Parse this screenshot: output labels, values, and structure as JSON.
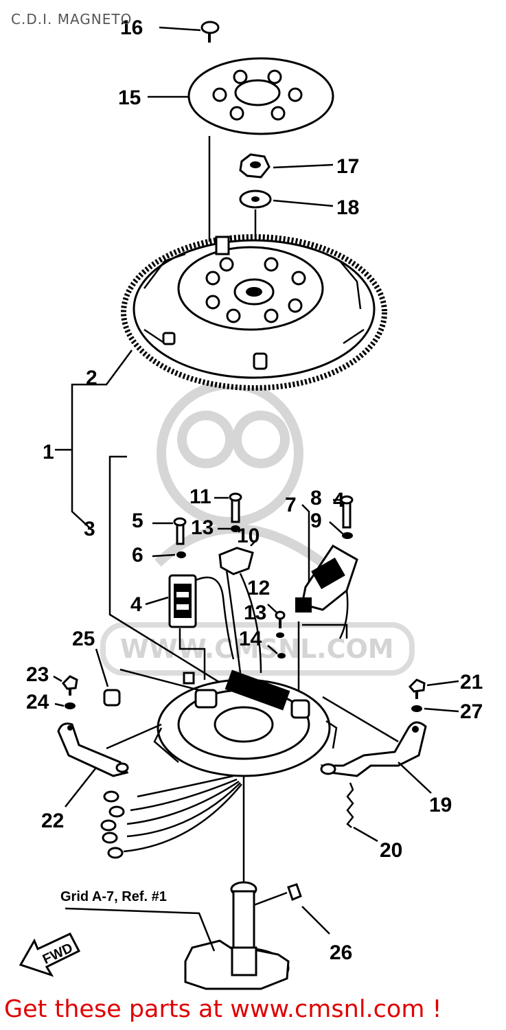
{
  "title": "C.D.I. MAGNETO",
  "labels": {
    "p1": "1",
    "p2": "2",
    "p3": "3",
    "p4": "4",
    "p5": "5",
    "p6": "6",
    "p7": "7",
    "p8": "8",
    "p9": "9",
    "p10": "10",
    "p11": "11",
    "p12": "12",
    "p13a": "13",
    "p13b": "13",
    "p14": "14",
    "p15": "15",
    "p16": "16",
    "p17": "17",
    "p18": "18",
    "p19": "19",
    "p20": "20",
    "p21": "21",
    "p22": "22",
    "p23": "23",
    "p24": "24",
    "p25": "25",
    "p26": "26",
    "p27": "27",
    "p4b": "4"
  },
  "grid_note": "Grid A-7, Ref. #1",
  "fwd": "FWD",
  "watermark": "WWW.CMSNL.COM",
  "footer": "Get these parts at www.cmsnl.com !",
  "colors": {
    "footer": "#e00000",
    "title": "#555555"
  }
}
